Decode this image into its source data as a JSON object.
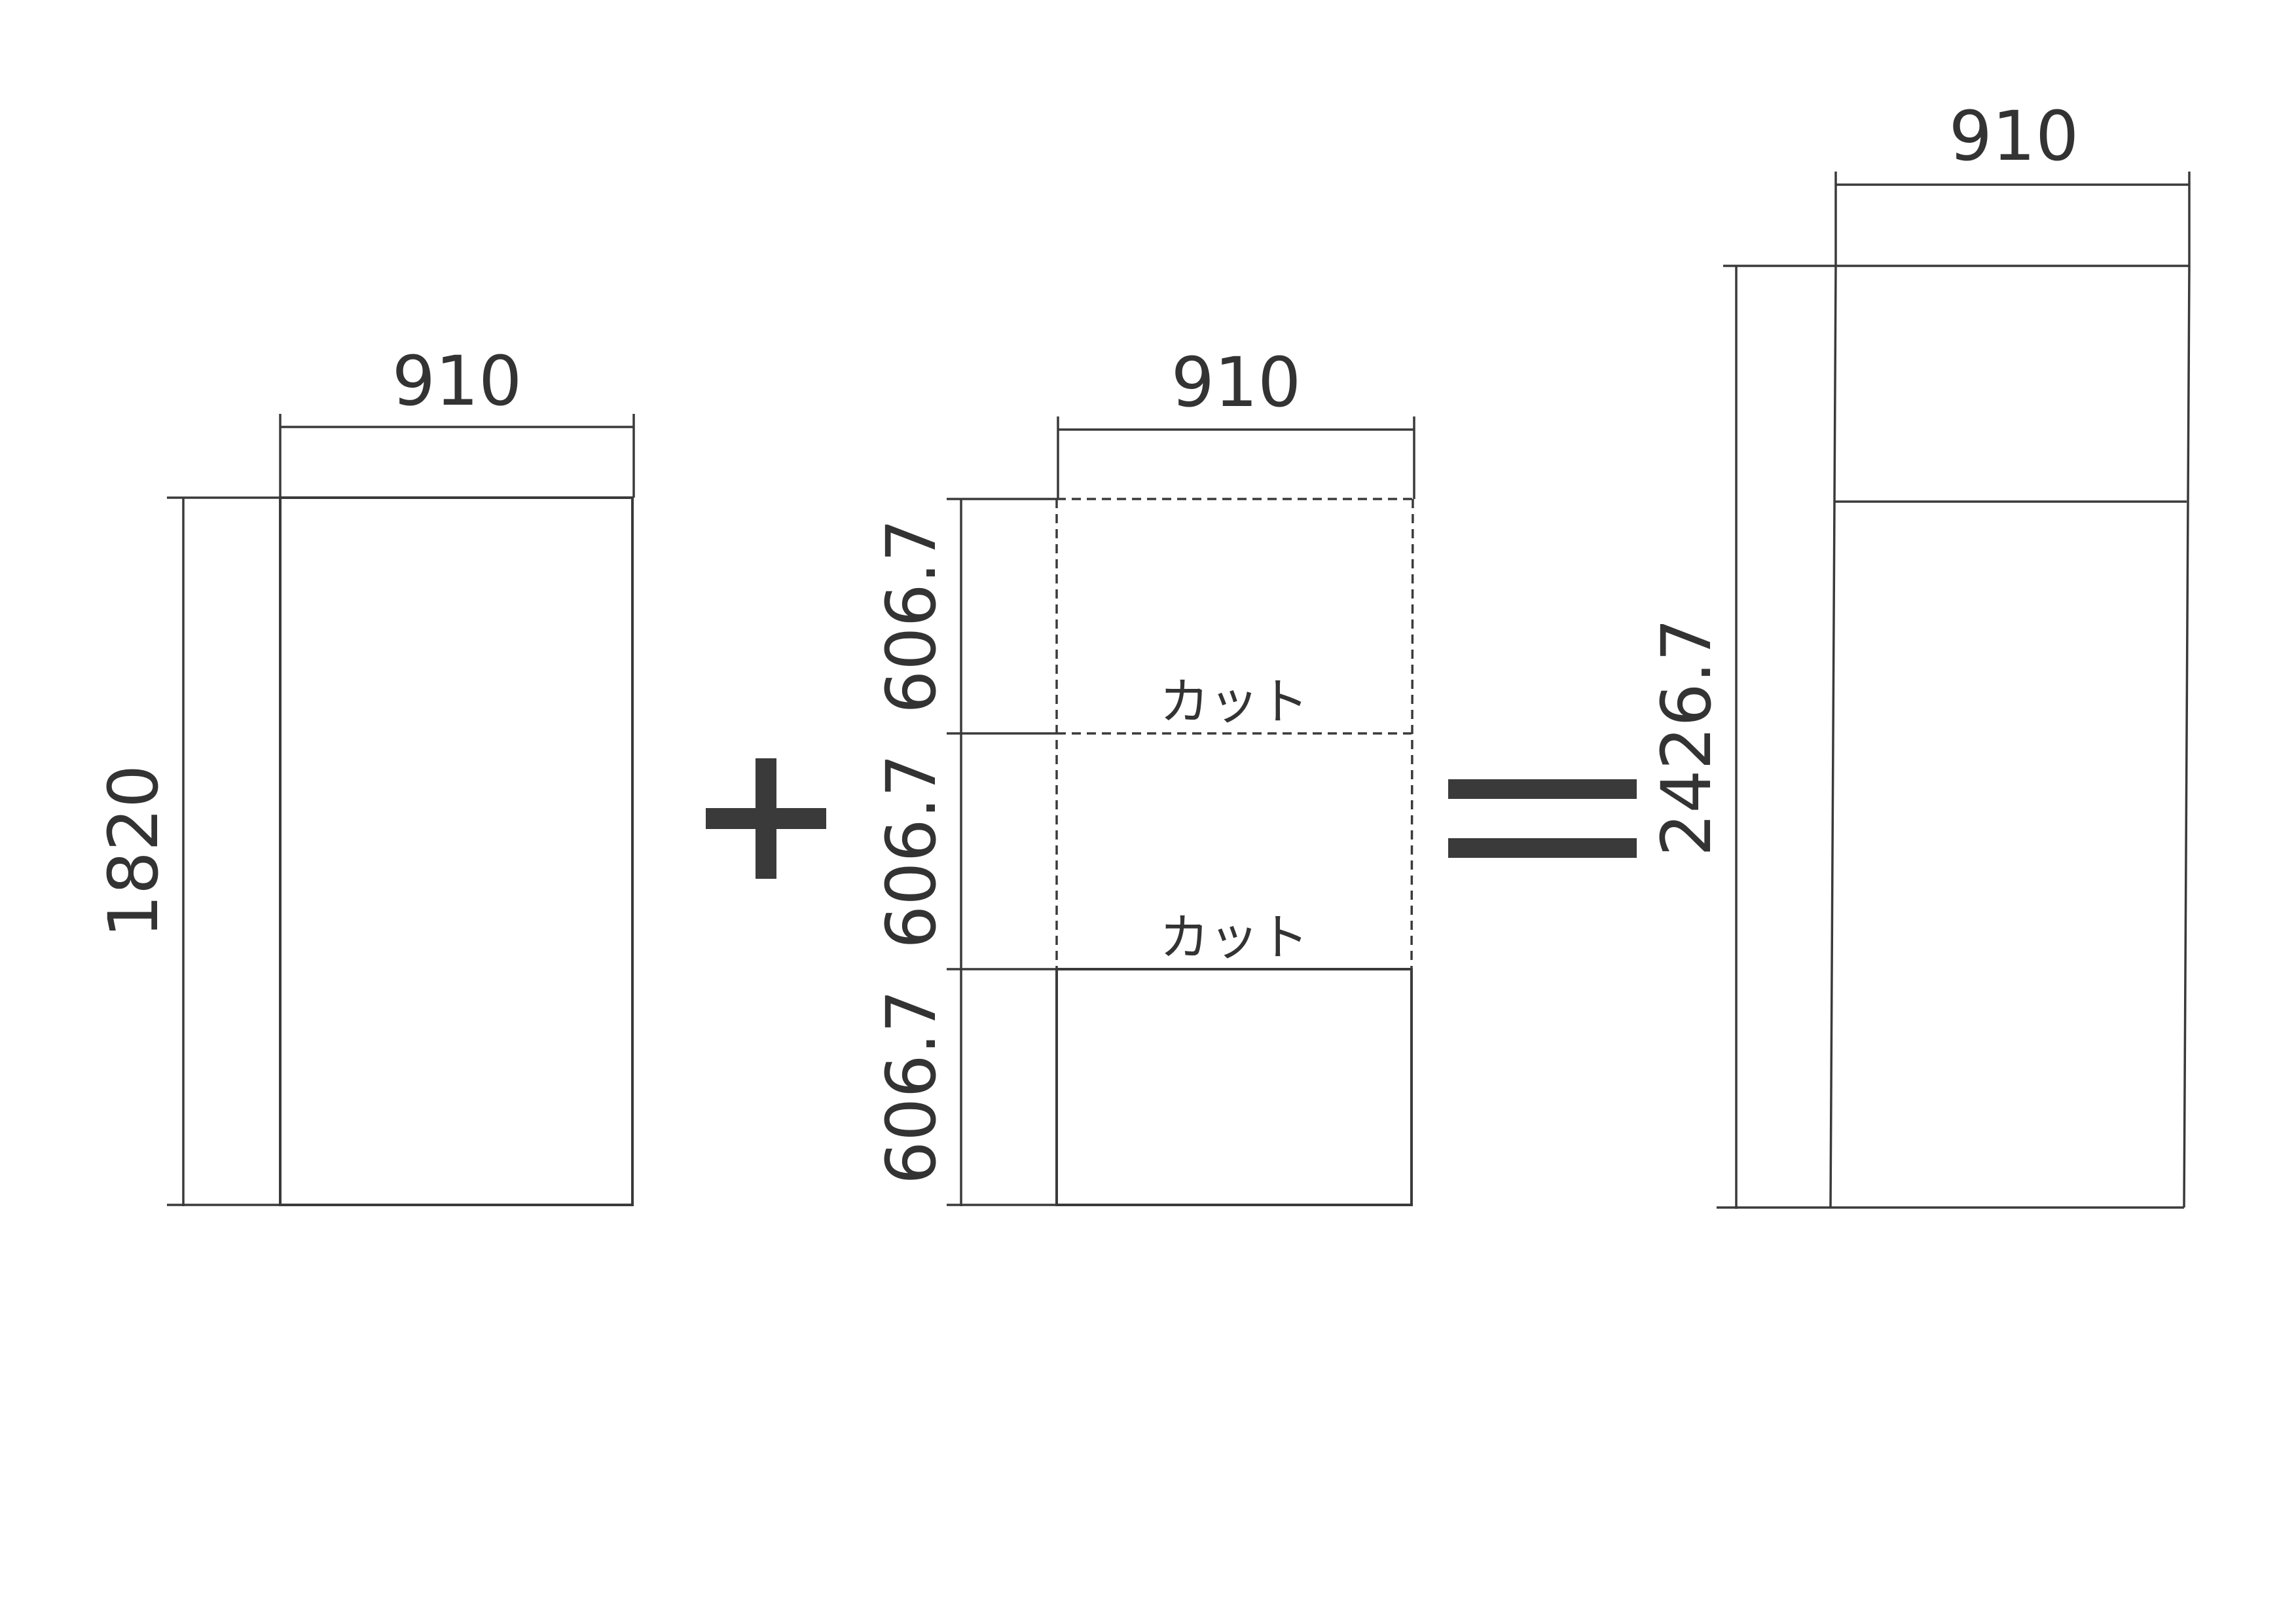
{
  "diagram": {
    "panel_a": {
      "width_label": "910",
      "height_label": "1820"
    },
    "operator_plus": "+",
    "panel_b": {
      "width_label": "910",
      "segment_labels": [
        "606.7",
        "606.7",
        "606.7"
      ],
      "cut_labels": [
        "カット",
        "カット"
      ]
    },
    "operator_equals": "=",
    "panel_c": {
      "width_label": "910",
      "height_label": "2426.7"
    }
  },
  "colors": {
    "line": "#3a3a3a",
    "text": "#333333",
    "background": "#ffffff"
  }
}
